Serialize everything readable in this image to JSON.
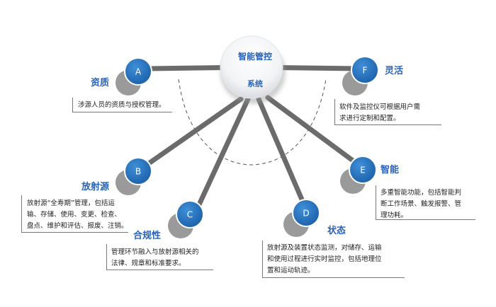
{
  "center": {
    "line1": "智能管控",
    "line2": "系统"
  },
  "nodes": [
    {
      "letter": "A",
      "title": "资质",
      "desc": "涉源人员的资质与授权管理。"
    },
    {
      "letter": "B",
      "title": "放射源",
      "desc": "放射源“全寿期”管理，包括运\n输、存储、使用、变更、检查、\n盘点、维护和评估、报废、注销。"
    },
    {
      "letter": "C",
      "title": "合规性",
      "desc": "管理环节融入与放射源相关的\n法律、规章和标准要求。"
    },
    {
      "letter": "D",
      "title": "状态",
      "desc": "放射源及装置状态监测，对储存、运输\n和使用过程进行实时监控，包括地理位\n置和运动轨迹。"
    },
    {
      "letter": "E",
      "title": "智能",
      "desc": "多重智能功能，包括智能判\n断工作场景、触发报警、管\n理功耗。"
    },
    {
      "letter": "F",
      "title": "灵活",
      "desc": "软件及监控仪可根据用户需\n求进行定制和配置。"
    }
  ],
  "colors": {
    "accent": "#1f6fc2",
    "title": "#2a62b8",
    "spoke": "#6b6b6b",
    "shadow": "#9a9a9a"
  }
}
